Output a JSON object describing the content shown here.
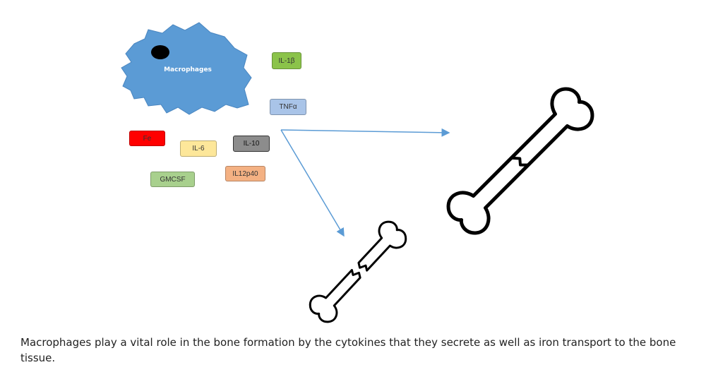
{
  "macrophage": {
    "label": "Macrophages",
    "fill": "#5b9bd5"
  },
  "cytokines": [
    {
      "id": "il1b",
      "label": "IL-1β",
      "fill": "#8bc34a"
    },
    {
      "id": "tnfa",
      "label": "TNFα",
      "fill": "#a9c4e8"
    },
    {
      "id": "fe",
      "label": "Fe",
      "fill": "#ff0000"
    },
    {
      "id": "il6",
      "label": "IL-6",
      "fill": "#fde79a"
    },
    {
      "id": "il10",
      "label": "IL-10",
      "fill": "#8c8c8c"
    },
    {
      "id": "gmcsf",
      "label": "GMCSF",
      "fill": "#a8d08d"
    },
    {
      "id": "il12p40",
      "label": "IL12p40",
      "fill": "#f4b183"
    }
  ],
  "arrow_color": "#5b9bd5",
  "icons": {
    "healthy_bone": "bone-icon",
    "fractured_bone": "fractured-bone-icon"
  },
  "caption": "Macrophages play a vital role in the bone formation by the cytokines that they secrete as well as iron transport to the bone tissue."
}
